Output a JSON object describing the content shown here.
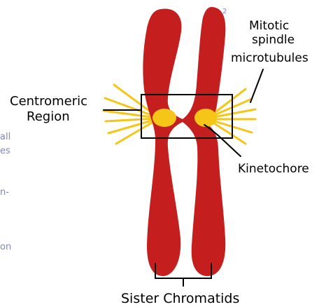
{
  "labels": {
    "mitotic_line1": "Mitotic",
    "mitotic_line2": "spindle",
    "mitotic_line3": "microtubules",
    "centromeric_line1": "Centromeric",
    "centromeric_line2": "Region",
    "kinetochore": "Kinetochore",
    "sister_chromatids": "Sister Chromatids"
  },
  "margin_fragments": [
    "2",
    "all",
    "es",
    "n-",
    "on"
  ],
  "colors": {
    "chromatid": "#c41e1e",
    "kinetochore": "#f5c518",
    "microtubule": "#f5c518",
    "outline": "#000000",
    "fragment_text": "#7f86c4"
  }
}
